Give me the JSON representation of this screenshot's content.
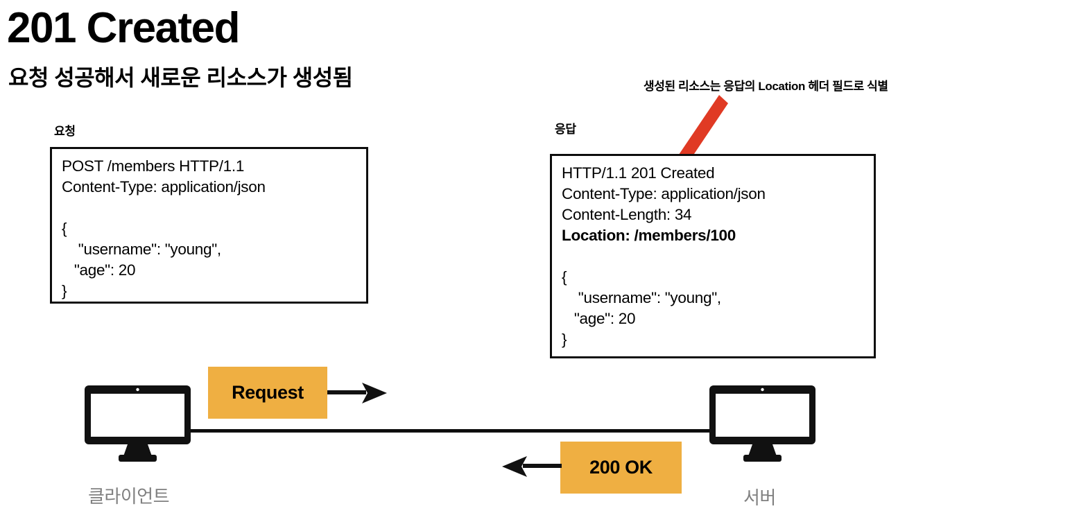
{
  "title": "201 Created",
  "subtitle": "요청 성공해서 새로운 리소스가 생성됨",
  "annotation": {
    "text": "생성된 리소스는 응답의 Location 헤더 필드로 식별",
    "arrow_color": "#e03a24"
  },
  "request": {
    "label": "요청",
    "lines": [
      {
        "text": "POST /members HTTP/1.1",
        "bold": false
      },
      {
        "text": "Content-Type: application/json",
        "bold": false
      },
      {
        "text": "",
        "bold": false
      },
      {
        "text": "{",
        "bold": false
      },
      {
        "text": "    \"username\": \"young\",",
        "bold": false
      },
      {
        "text": "   \"age\": 20",
        "bold": false
      },
      {
        "text": "}",
        "bold": false
      }
    ]
  },
  "response": {
    "label": "응답",
    "lines": [
      {
        "text": "HTTP/1.1 201 Created",
        "bold": false
      },
      {
        "text": "Content-Type: application/json",
        "bold": false
      },
      {
        "text": "Content-Length: 34",
        "bold": false
      },
      {
        "text": "Location: /members/100",
        "bold": true
      },
      {
        "text": "",
        "bold": false
      },
      {
        "text": "{",
        "bold": false
      },
      {
        "text": "    \"username\": \"young\",",
        "bold": false
      },
      {
        "text": "   \"age\": 20",
        "bold": false
      },
      {
        "text": "}",
        "bold": false
      }
    ]
  },
  "diagram": {
    "client_label": "클라이언트",
    "server_label": "서버",
    "request_badge": "Request",
    "response_badge": "200 OK",
    "badge_color": "#efaf42"
  }
}
